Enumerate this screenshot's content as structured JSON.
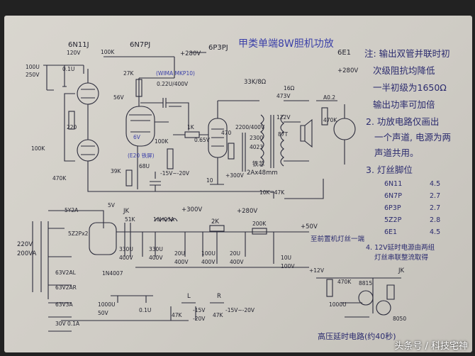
{
  "title": "甲类单端8W胆机功放",
  "tubes": {
    "t1": "6N11J",
    "t2": "6N7PJ",
    "t3": "6P3PJ",
    "t4": "6E1",
    "t1_alt": "6N11",
    "t2_alt": "6N7P",
    "t3_alt": "6P3P"
  },
  "labels": {
    "v120": "120V",
    "v280a": "+280V",
    "v280b": "+280V",
    "r100k_pot": "100K",
    "c100u": "100U",
    "c250v": "250V",
    "c01u_a": "0.1U",
    "r27k": "27K",
    "wima": "(WIMA MKP10)",
    "cap022": "0.22U/400V",
    "v56": "56V",
    "r1k_a": "1K",
    "r220": "220",
    "r100k_a": "100K",
    "r470k": "470K",
    "r100k_b": "100K",
    "v6": "6V",
    "e20": "(E20 铁屏)",
    "r39k": "39K",
    "c68u": "68U",
    "neg1520": "-15V~-20V",
    "v065": "0.65V",
    "r470": "470",
    "c2200": "2200/400V",
    "c2300": "2300",
    "c4023": "4023",
    "tx": "33K/8Ω",
    "tx_core": "铁芯",
    "tx_size": "2Ax48mm",
    "ohm16": "16Ω",
    "v473": "473V",
    "v122": "122V",
    "v87": "87T",
    "r10": "10",
    "v300": "+300V",
    "pot10_47": "10K~47K",
    "cap_a02": "A0.2",
    "r470k_b": "470K",
    "rect1": "5Y2A",
    "rect2": "5Z2Px2",
    "jk": "JK",
    "v5": "5V",
    "r51k": "51K",
    "choke": "10H03A",
    "v300b": "+300V",
    "v280c": "+280V",
    "r2k": "2K",
    "r200k": "200K",
    "v50": "+50V",
    "c330u_a": "330U",
    "c400v_a": "400V",
    "c330u_b": "330U",
    "c400v_b": "400V",
    "c20u": "20U",
    "c400v_c": "400V",
    "c100u_b": "100U",
    "c400v_d": "400V",
    "c20u_b": "20U",
    "c400v_e": "400V",
    "c10u": "10U",
    "c100v": "100V",
    "preamp": "至前置机灯丝一端",
    "mains": "220V",
    "va": "200VA",
    "w1": "63V2AL",
    "w2": "63V2AR",
    "w3": "63V3A",
    "w4": "30V 0.1A",
    "diode": "1N4007",
    "c1000u": "1000U",
    "c50v": "50V",
    "c01u_b": "0.1U",
    "l": "L",
    "r": "R",
    "pot47k_l": "47K",
    "pot47k_r": "47K",
    "neg15_20b": "-15V",
    "neg20b": "-20V",
    "neg15_20c": "-15V~-20V",
    "v12": "+12V",
    "r470k_c": "470K",
    "c1000u_b": "1000U",
    "tr1": "8815",
    "tr2": "8050",
    "jk2": "JK",
    "delay_title": "高压延时电路(约40秒)"
  },
  "notes": {
    "n1a": "注: 输出双管并联时初",
    "n1b": "次级阻抗均降低",
    "n1c": "一半初级为1650Ω",
    "n1d": "输出功率可加倍",
    "n2a": "2. 功放电路仅画出",
    "n2b": "一个声道, 电源为两",
    "n2c": "声道共用。",
    "n3": "3. 灯丝脚位",
    "pins": [
      {
        "tube": "6N11",
        "pins": "4.5"
      },
      {
        "tube": "6N7P",
        "pins": "2.7"
      },
      {
        "tube": "6P3P",
        "pins": "2.7"
      },
      {
        "tube": "5Z2P",
        "pins": "2.8"
      },
      {
        "tube": "6E1",
        "pins": "4.5"
      }
    ],
    "n4a": "4. 12V延时电源由两组",
    "n4b": "灯丝串联整流取得"
  },
  "watermark": "头条号 / 科技宅神"
}
